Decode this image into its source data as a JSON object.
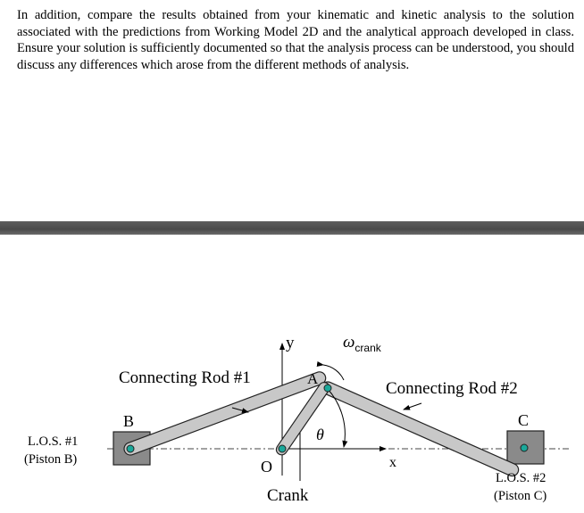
{
  "document": {
    "paragraph": "In addition, compare the results obtained from your kinematic and kinetic analysis to the solution associated with the predictions from Working Model 2D and the analytical approach developed in class. Ensure your solution is sufficiently documented so that the analysis process can be understood, you should discuss any differences which arose from the different methods of analysis."
  },
  "diagram": {
    "labels": {
      "y_axis": "y",
      "x_axis": "x",
      "omega_symbol": "ω",
      "omega_subscript": "crank",
      "rod1": "Connecting Rod #1",
      "rod2": "Connecting Rod #2",
      "point_a": "A",
      "point_b": "B",
      "point_c": "C",
      "origin": "O",
      "theta": "θ",
      "crank": "Crank",
      "los1_line1": "L.O.S. #1",
      "los1_line2": "(Piston B)",
      "los2_line1": "L.O.S. #2",
      "los2_line2": "(Piston C)"
    },
    "colors": {
      "rod_fill": "#c8c8c8",
      "piston_fill": "#8a8a8a",
      "pin_fill": "#1aa89a",
      "divider": "#555555"
    }
  }
}
